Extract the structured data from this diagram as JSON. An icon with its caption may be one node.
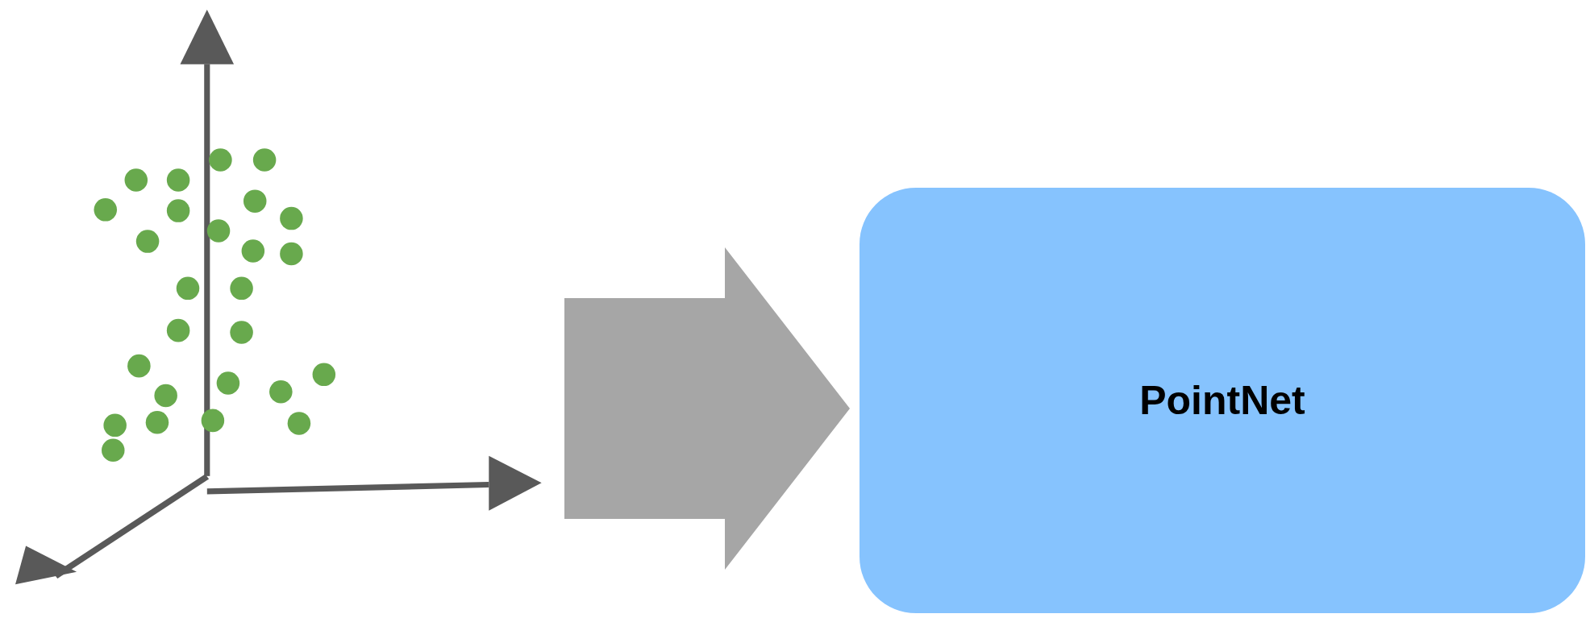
{
  "diagram": {
    "nodes": [
      {
        "text": [],
        "shape": "picture"
      },
      {
        "text": [
          "PointNet"
        ]
      }
    ],
    "edges": [
      {
        "from": 0,
        "to": 1,
        "arrow": "to"
      }
    ]
  }
}
